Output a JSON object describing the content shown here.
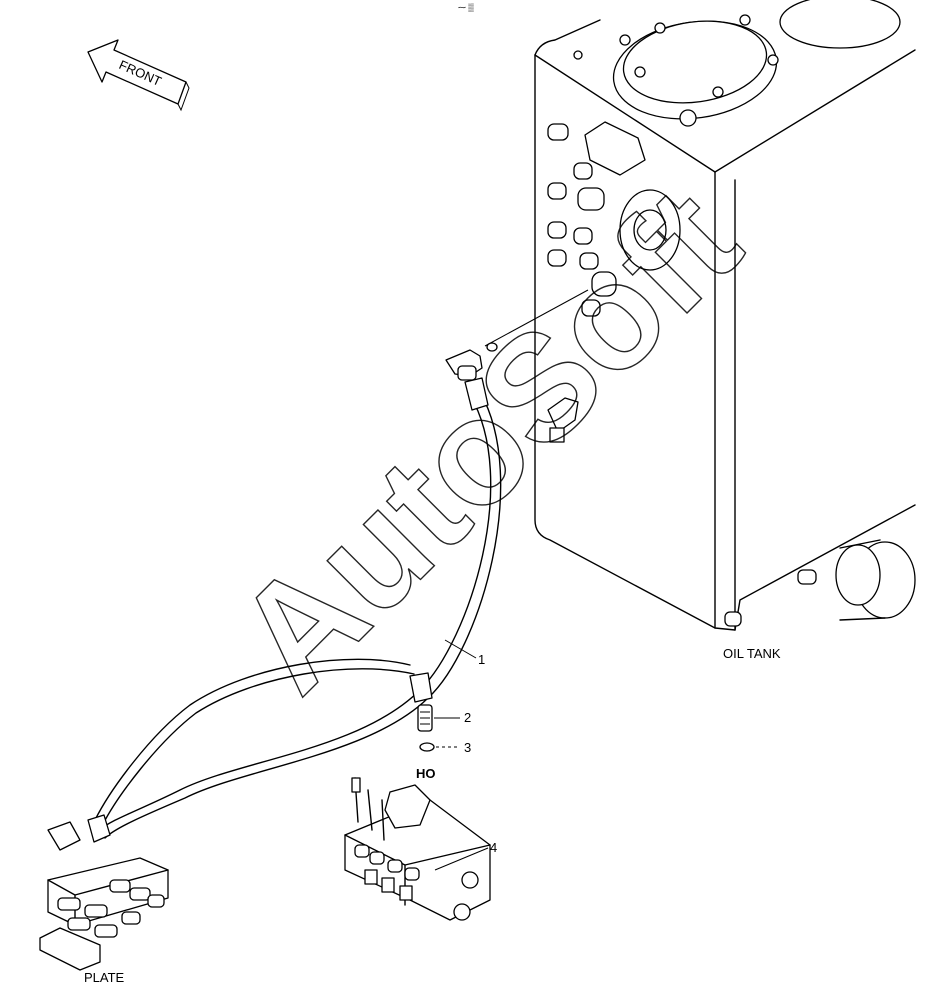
{
  "labels": {
    "front": "FRONT",
    "oil_tank": "OIL TANK",
    "plate": "PLATE",
    "port_ho": "HO",
    "top_mark": "⁓ ▒"
  },
  "callouts": [
    "1",
    "2",
    "3",
    "4"
  ],
  "watermark": "AutoSoft"
}
